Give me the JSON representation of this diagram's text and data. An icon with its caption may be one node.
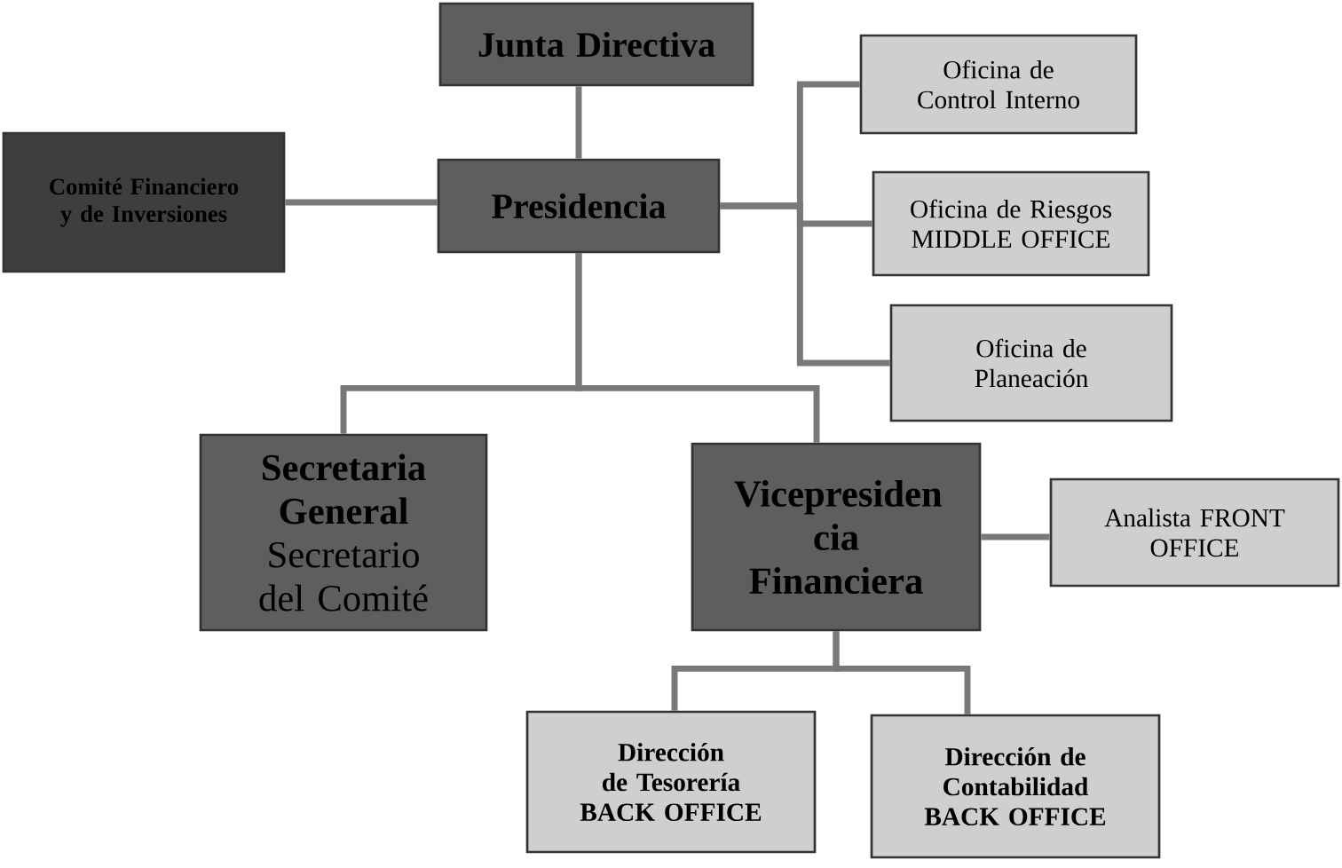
{
  "diagram": {
    "nodes": [
      {
        "text": [
          "Junta Directiva"
        ]
      },
      {
        "text": [
          "Comité Financiero y de Inversiones"
        ]
      },
      {
        "text": [
          "Presidencia"
        ]
      },
      {
        "text": [
          "Oficina de Control Interno"
        ]
      },
      {
        "text": [
          "Oficina de Riesgos MIDDLE OFFICE"
        ]
      },
      {
        "text": [
          "Oficina de Planeación"
        ]
      },
      {
        "text": [
          "Secretaria General",
          "Secretario del Comité"
        ]
      },
      {
        "text": [
          "Vicepresiden cia Financiera"
        ]
      },
      {
        "text": [
          "Analista FRONT OFFICE"
        ]
      },
      {
        "text": [
          "Dirección de Tesorería BACK OFFICE"
        ]
      },
      {
        "text": [
          "Dirección de Contabilidad BACK OFFICE"
        ]
      }
    ],
    "edges": [
      {
        "from": 0,
        "to": 2,
        "arrow": "none"
      },
      {
        "from": 1,
        "to": 2,
        "arrow": "none"
      },
      {
        "from": 2,
        "to": 3,
        "arrow": "none"
      },
      {
        "from": 2,
        "to": 4,
        "arrow": "none"
      },
      {
        "from": 2,
        "to": 5,
        "arrow": "none"
      },
      {
        "from": 2,
        "to": 6,
        "arrow": "none"
      },
      {
        "from": 2,
        "to": 7,
        "arrow": "none"
      },
      {
        "from": 7,
        "to": 8,
        "arrow": "none"
      },
      {
        "from": 7,
        "to": 9,
        "arrow": "none"
      },
      {
        "from": 7,
        "to": 10,
        "arrow": "none"
      }
    ]
  }
}
